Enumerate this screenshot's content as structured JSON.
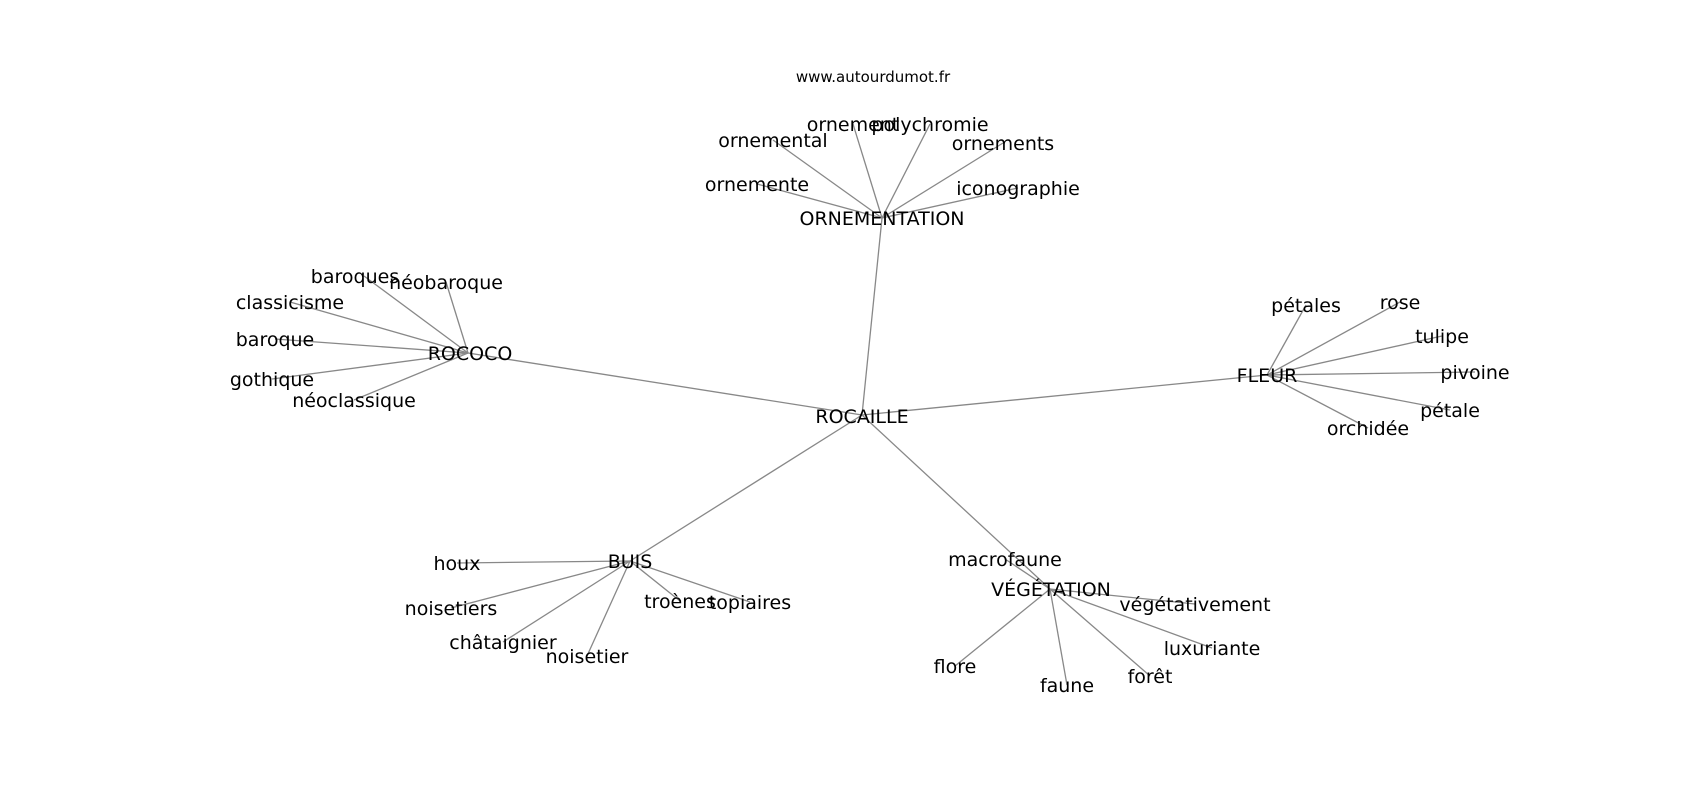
{
  "watermark": "www.autourdumot.fr",
  "edge_color": "#888888",
  "text_color": "#000000",
  "graph": {
    "root": "ROCAILLE",
    "clusters": [
      {
        "hub": "ORNEMENTATION",
        "words": [
          "ornement",
          "polychromie",
          "ornemental",
          "ornements",
          "ornemente",
          "iconographie"
        ]
      },
      {
        "hub": "ROCOCO",
        "words": [
          "baroques",
          "néobaroque",
          "classicisme",
          "baroque",
          "gothique",
          "néoclassique"
        ]
      },
      {
        "hub": "FLEUR",
        "words": [
          "pétales",
          "rose",
          "tulipe",
          "pivoine",
          "pétale",
          "orchidée"
        ]
      },
      {
        "hub": "BUIS",
        "words": [
          "houx",
          "noisetiers",
          "troènes",
          "topiaires",
          "châtaignier",
          "noisetier"
        ]
      },
      {
        "hub": "VÉGÉTATION",
        "words": [
          "macrofaune",
          "végétativement",
          "luxuriante",
          "flore",
          "faune",
          "forêt"
        ]
      }
    ]
  }
}
